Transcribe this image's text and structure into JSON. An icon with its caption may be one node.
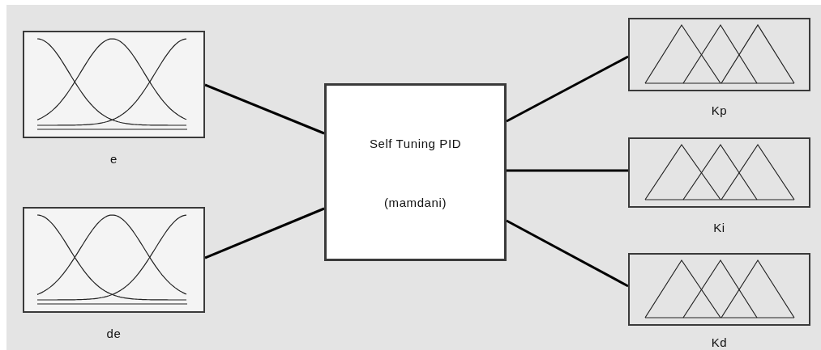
{
  "diagram": {
    "nodes": [
      {
        "text": [
          "e"
        ]
      },
      {
        "text": [
          "de"
        ]
      },
      {
        "text": [
          "Self Tuning PID",
          "(mamdani)"
        ]
      },
      {
        "text": [
          "Kp"
        ]
      },
      {
        "text": [
          "Ki"
        ]
      },
      {
        "text": [
          "Kd"
        ]
      }
    ],
    "edges": [
      {
        "from": 0,
        "to": 2,
        "arrow": "none"
      },
      {
        "from": 1,
        "to": 2,
        "arrow": "none"
      },
      {
        "from": 2,
        "to": 3,
        "arrow": "none"
      },
      {
        "from": 2,
        "to": 4,
        "arrow": "none"
      },
      {
        "from": 2,
        "to": 5,
        "arrow": "none"
      }
    ]
  }
}
